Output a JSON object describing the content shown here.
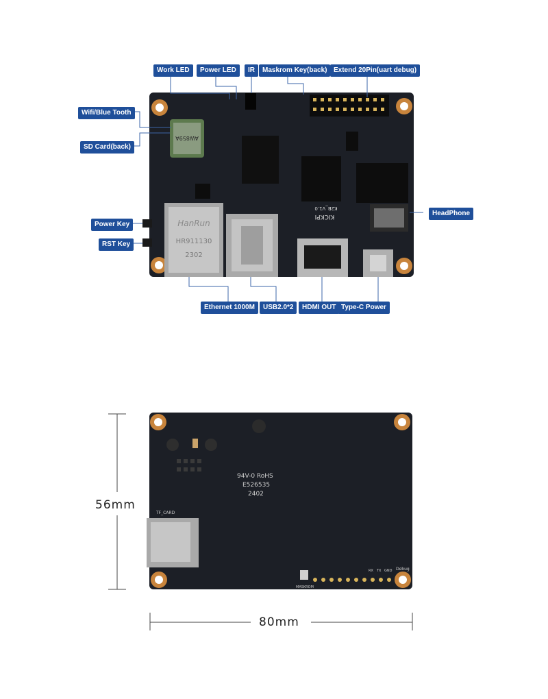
{
  "front_labels": {
    "work_led": "Work LED",
    "power_led": "Power LED",
    "ir": "IR",
    "maskrom_key": "Maskrom Key(back)",
    "extend_pin": "Extend 20Pin(uart debug)",
    "wifi_bt": "Wifi/Blue Tooth",
    "sd_card": "SD Card(back)",
    "power_key": "Power Key",
    "rst_key": "RST Key",
    "headphone": "HeadPhone",
    "ethernet": "Ethernet 1000M",
    "usb": "USB2.0*2",
    "hdmi": "HDMI OUT",
    "typec": "Type-C Power"
  },
  "board_silkscreen": {
    "rj45_brand": "HanRun",
    "rj45_model": "HR911130",
    "rj45_date": "2302",
    "wifi_module": "AW859A",
    "board_name": "KICKPI",
    "board_version": "K2B_V1.0",
    "back_rohs": "94V-0 RoHS",
    "back_code": "E526535",
    "back_date": "2402",
    "tf_card": "TF_CARD",
    "maskrom": "MASKROM",
    "debug": "Debug",
    "rx": "RX",
    "tx": "TX",
    "gnd": "GND"
  },
  "dimensions": {
    "height": "56mm",
    "width": "80mm"
  },
  "colors": {
    "label_bg": "#1f4f9a",
    "pcb": "#1c1f26",
    "pad": "#c8843c"
  }
}
